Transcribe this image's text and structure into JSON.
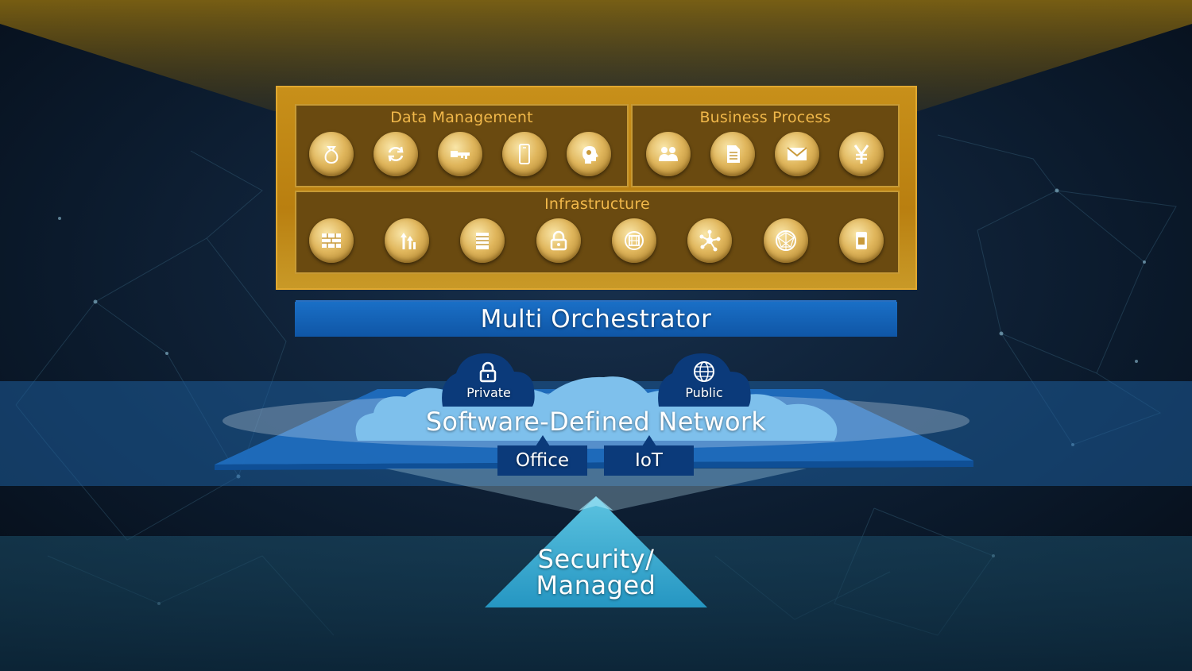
{
  "colors": {
    "gold": "#d39c1e",
    "gold_text": "#f1b84a",
    "orchestrator_blue": "#1263b4",
    "sdn_blue": "#1f6fc2",
    "cloud_light": "#7ec0ec",
    "tag_navy": "#0b3a7a",
    "pyramid_teal": "#2aa0c8"
  },
  "top_panel": {
    "data_management": {
      "title": "Data Management",
      "icons": [
        "money-bag-icon",
        "sync-arrows-icon",
        "key-icon",
        "mobile-device-icon",
        "brain-head-icon"
      ]
    },
    "business_process": {
      "title": "Business Process",
      "icons": [
        "people-icon",
        "document-icon",
        "envelope-icon",
        "yen-icon"
      ]
    },
    "infrastructure": {
      "title": "Infrastructure",
      "icons": [
        "firewall-icon",
        "upload-arrows-icon",
        "server-rack-icon",
        "lock-icon",
        "chip-globe-icon",
        "network-hub-icon",
        "globe-sphere-icon",
        "sim-card-icon"
      ]
    }
  },
  "orchestrator": {
    "label": "Multi Orchestrator"
  },
  "sdn": {
    "title": "Software-Defined Network",
    "private_label": "Private",
    "public_label": "Public",
    "office_label": "Office",
    "iot_label": "IoT"
  },
  "security": {
    "line1": "Security/",
    "line2": "Managed"
  }
}
